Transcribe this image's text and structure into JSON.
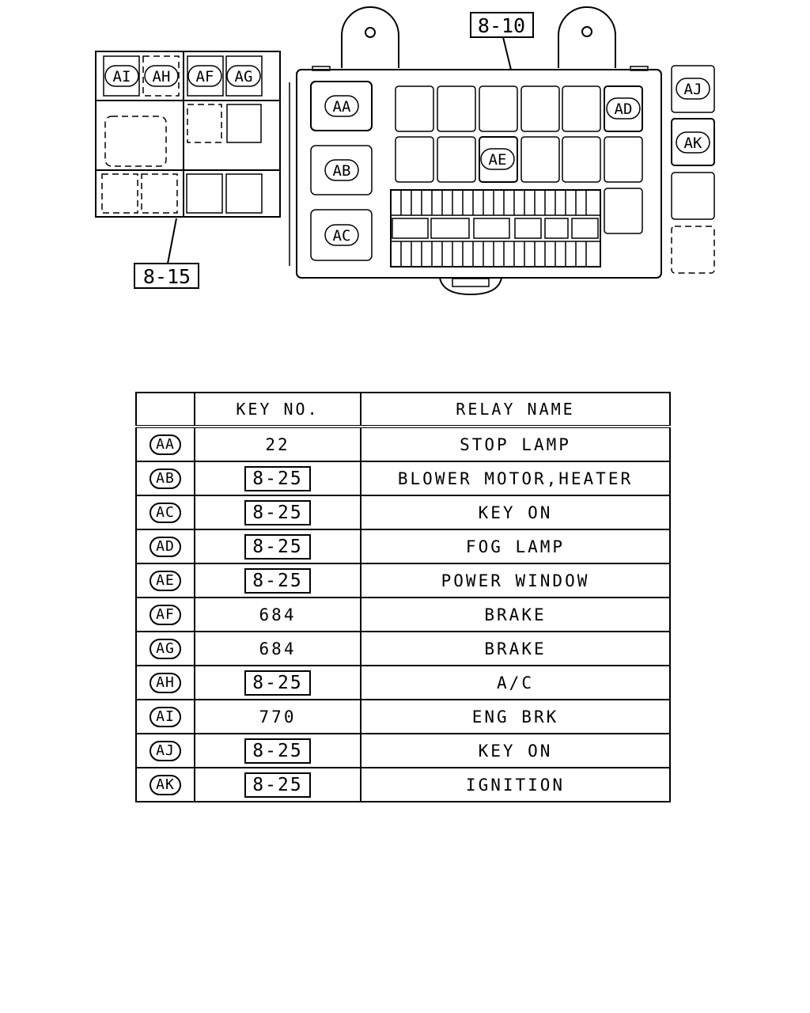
{
  "diagram": {
    "label_8_10": "8-10",
    "label_8_15": "8-15",
    "badges": {
      "AA": "AA",
      "AB": "AB",
      "AC": "AC",
      "AD": "AD",
      "AE": "AE",
      "AF": "AF",
      "AG": "AG",
      "AH": "AH",
      "AI": "AI",
      "AJ": "AJ",
      "AK": "AK"
    }
  },
  "table": {
    "header": {
      "blank": "",
      "key_no": "KEY NO.",
      "relay_name": "RELAY NAME"
    },
    "rows": [
      {
        "code": "AA",
        "key": "22",
        "key_boxed": false,
        "name": "STOP LAMP"
      },
      {
        "code": "AB",
        "key": "8-25",
        "key_boxed": true,
        "name": "BLOWER MOTOR,HEATER"
      },
      {
        "code": "AC",
        "key": "8-25",
        "key_boxed": true,
        "name": "KEY ON"
      },
      {
        "code": "AD",
        "key": "8-25",
        "key_boxed": true,
        "name": "FOG LAMP"
      },
      {
        "code": "AE",
        "key": "8-25",
        "key_boxed": true,
        "name": "POWER WINDOW"
      },
      {
        "code": "AF",
        "key": "684",
        "key_boxed": false,
        "name": "BRAKE"
      },
      {
        "code": "AG",
        "key": "684",
        "key_boxed": false,
        "name": "BRAKE"
      },
      {
        "code": "AH",
        "key": "8-25",
        "key_boxed": true,
        "name": "A/C"
      },
      {
        "code": "AI",
        "key": "770",
        "key_boxed": false,
        "name": "ENG BRK"
      },
      {
        "code": "AJ",
        "key": "8-25",
        "key_boxed": true,
        "name": "KEY ON"
      },
      {
        "code": "AK",
        "key": "8-25",
        "key_boxed": true,
        "name": "IGNITION"
      }
    ]
  }
}
